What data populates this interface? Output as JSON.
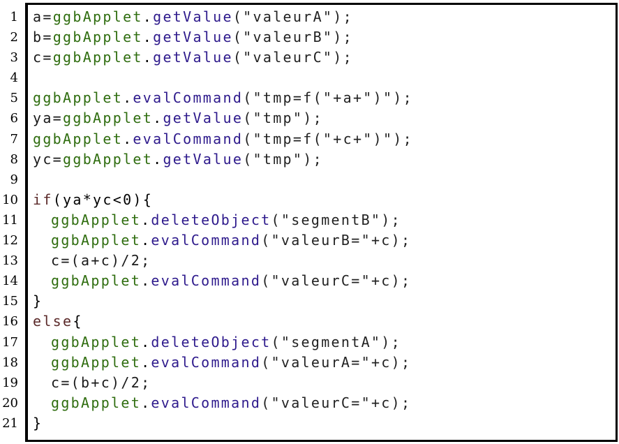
{
  "colors": {
    "identifier": "#1a1a1a",
    "method": "#2e1a8c",
    "string": "#222222",
    "keyword": "#5b2a2a",
    "object": "#2f6d0f",
    "punct": "#000000"
  },
  "lines": [
    {
      "n": "1",
      "indent": 0,
      "tokens": [
        [
          "a=",
          "identifier"
        ],
        [
          "ggbApplet",
          "object"
        ],
        [
          ".",
          "punct"
        ],
        [
          "getValue",
          "method"
        ],
        [
          "(\"valeurA\");",
          "string"
        ]
      ]
    },
    {
      "n": "2",
      "indent": 0,
      "tokens": [
        [
          "b=",
          "identifier"
        ],
        [
          "ggbApplet",
          "object"
        ],
        [
          ".",
          "punct"
        ],
        [
          "getValue",
          "method"
        ],
        [
          "(\"valeurB\");",
          "string"
        ]
      ]
    },
    {
      "n": "3",
      "indent": 0,
      "tokens": [
        [
          "c=",
          "identifier"
        ],
        [
          "ggbApplet",
          "object"
        ],
        [
          ".",
          "punct"
        ],
        [
          "getValue",
          "method"
        ],
        [
          "(\"valeurC\");",
          "string"
        ]
      ]
    },
    {
      "n": "4",
      "indent": 0,
      "tokens": []
    },
    {
      "n": "5",
      "indent": 0,
      "tokens": [
        [
          "ggbApplet",
          "object"
        ],
        [
          ".",
          "punct"
        ],
        [
          "evalCommand",
          "method"
        ],
        [
          "(\"tmp=f(\"+a+\")\");",
          "string"
        ]
      ]
    },
    {
      "n": "6",
      "indent": 0,
      "tokens": [
        [
          "ya=",
          "identifier"
        ],
        [
          "ggbApplet",
          "object"
        ],
        [
          ".",
          "punct"
        ],
        [
          "getValue",
          "method"
        ],
        [
          "(\"tmp\");",
          "string"
        ]
      ]
    },
    {
      "n": "7",
      "indent": 0,
      "tokens": [
        [
          "ggbApplet",
          "object"
        ],
        [
          ".",
          "punct"
        ],
        [
          "evalCommand",
          "method"
        ],
        [
          "(\"tmp=f(\"+c+\")\");",
          "string"
        ]
      ]
    },
    {
      "n": "8",
      "indent": 0,
      "tokens": [
        [
          "yc=",
          "identifier"
        ],
        [
          "ggbApplet",
          "object"
        ],
        [
          ".",
          "punct"
        ],
        [
          "getValue",
          "method"
        ],
        [
          "(\"tmp\");",
          "string"
        ]
      ]
    },
    {
      "n": "9",
      "indent": 0,
      "tokens": []
    },
    {
      "n": "10",
      "indent": 0,
      "tokens": [
        [
          "if",
          "keyword"
        ],
        [
          "(ya*yc<0){",
          "punct"
        ]
      ]
    },
    {
      "n": "11",
      "indent": 1,
      "tokens": [
        [
          "ggbApplet",
          "object"
        ],
        [
          ".",
          "punct"
        ],
        [
          "deleteObject",
          "method"
        ],
        [
          "(\"segmentB\");",
          "string"
        ]
      ]
    },
    {
      "n": "12",
      "indent": 1,
      "tokens": [
        [
          "ggbApplet",
          "object"
        ],
        [
          ".",
          "punct"
        ],
        [
          "evalCommand",
          "method"
        ],
        [
          "(\"valeurB=\"+c);",
          "string"
        ]
      ]
    },
    {
      "n": "13",
      "indent": 1,
      "tokens": [
        [
          "c=(a+c)/2;",
          "identifier"
        ]
      ]
    },
    {
      "n": "14",
      "indent": 1,
      "tokens": [
        [
          "ggbApplet",
          "object"
        ],
        [
          ".",
          "punct"
        ],
        [
          "evalCommand",
          "method"
        ],
        [
          "(\"valeurC=\"+c);",
          "string"
        ]
      ]
    },
    {
      "n": "15",
      "indent": 0,
      "tokens": [
        [
          "}",
          "punct"
        ]
      ]
    },
    {
      "n": "16",
      "indent": 0,
      "tokens": [
        [
          "else",
          "keyword"
        ],
        [
          "{",
          "punct"
        ]
      ]
    },
    {
      "n": "17",
      "indent": 1,
      "tokens": [
        [
          "ggbApplet",
          "object"
        ],
        [
          ".",
          "punct"
        ],
        [
          "deleteObject",
          "method"
        ],
        [
          "(\"segmentA\");",
          "string"
        ]
      ]
    },
    {
      "n": "18",
      "indent": 1,
      "tokens": [
        [
          "ggbApplet",
          "object"
        ],
        [
          ".",
          "punct"
        ],
        [
          "evalCommand",
          "method"
        ],
        [
          "(\"valeurA=\"+c);",
          "string"
        ]
      ]
    },
    {
      "n": "19",
      "indent": 1,
      "tokens": [
        [
          "c=(b+c)/2;",
          "identifier"
        ]
      ]
    },
    {
      "n": "20",
      "indent": 1,
      "tokens": [
        [
          "ggbApplet",
          "object"
        ],
        [
          ".",
          "punct"
        ],
        [
          "evalCommand",
          "method"
        ],
        [
          "(\"valeurC=\"+c);",
          "string"
        ]
      ]
    },
    {
      "n": "21",
      "indent": 0,
      "tokens": [
        [
          "}",
          "punct"
        ]
      ]
    }
  ]
}
